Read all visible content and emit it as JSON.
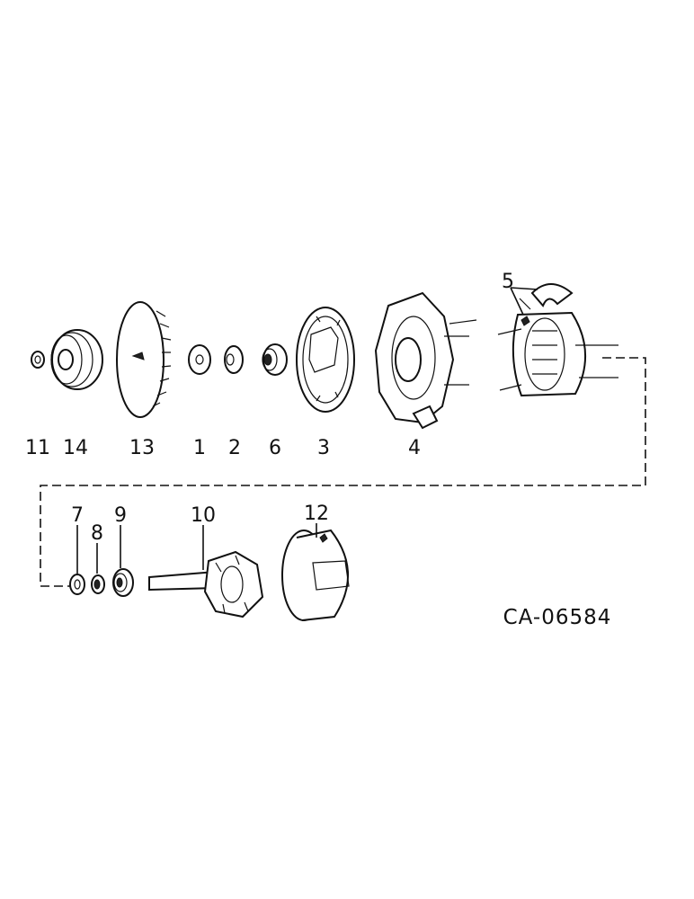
{
  "labels": {
    "p1": "1",
    "p2": "2",
    "p3": "3",
    "p4": "4",
    "p5": "5",
    "p6": "6",
    "p7": "7",
    "p8": "8",
    "p9": "9",
    "p10": "10",
    "p11": "11",
    "p12": "12",
    "p13": "13",
    "p14": "14"
  },
  "diagram_code": "CA-06584"
}
